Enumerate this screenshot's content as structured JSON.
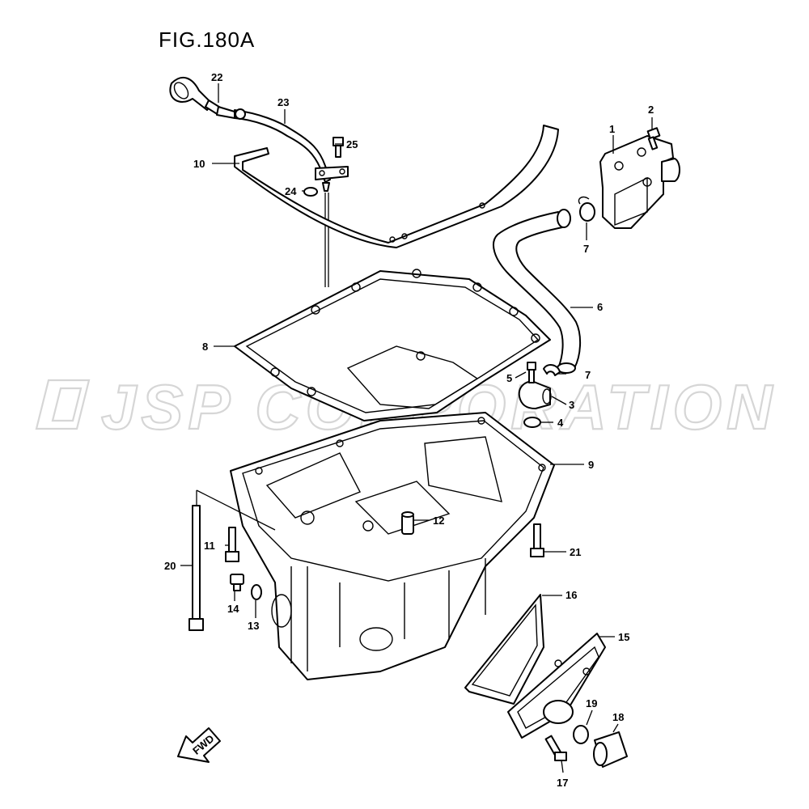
{
  "figure_title": "FIG.180A",
  "watermark_text": "JSP CORPORATION",
  "direction_label": "FWD",
  "callouts": [
    {
      "id": "c1",
      "label": "1"
    },
    {
      "id": "c2",
      "label": "2"
    },
    {
      "id": "c3",
      "label": "3"
    },
    {
      "id": "c4",
      "label": "4"
    },
    {
      "id": "c5",
      "label": "5"
    },
    {
      "id": "c6",
      "label": "6"
    },
    {
      "id": "c7a",
      "label": "7"
    },
    {
      "id": "c7b",
      "label": "7"
    },
    {
      "id": "c8",
      "label": "8"
    },
    {
      "id": "c9",
      "label": "9"
    },
    {
      "id": "c10",
      "label": "10"
    },
    {
      "id": "c11",
      "label": "11"
    },
    {
      "id": "c12",
      "label": "12"
    },
    {
      "id": "c13",
      "label": "13"
    },
    {
      "id": "c14",
      "label": "14"
    },
    {
      "id": "c15",
      "label": "15"
    },
    {
      "id": "c16",
      "label": "16"
    },
    {
      "id": "c17",
      "label": "17"
    },
    {
      "id": "c18",
      "label": "18"
    },
    {
      "id": "c19",
      "label": "19"
    },
    {
      "id": "c20",
      "label": "20"
    },
    {
      "id": "c21",
      "label": "21"
    },
    {
      "id": "c22",
      "label": "22"
    },
    {
      "id": "c23",
      "label": "23"
    },
    {
      "id": "c24",
      "label": "24"
    },
    {
      "id": "c25",
      "label": "25"
    }
  ],
  "colors": {
    "line": "#000000",
    "watermark": "#d6d6d6",
    "background": "#ffffff"
  }
}
